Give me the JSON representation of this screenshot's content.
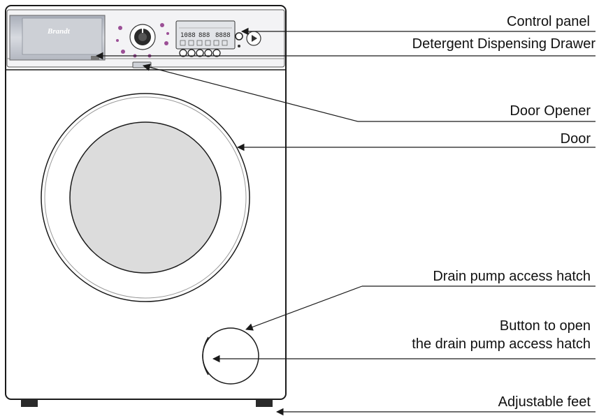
{
  "brand": "Brandt",
  "display": {
    "left": "1088",
    "middle": "888",
    "right": "8888"
  },
  "labels": {
    "control_panel": "Control panel",
    "detergent_drawer": "Detergent Dispensing Drawer",
    "door_opener": "Door Opener",
    "door": "Door",
    "drain_hatch": "Drain pump access hatch",
    "button_line1": "Button to open",
    "button_line2": "the drain pump access hatch",
    "feet": "Adjustable feet"
  },
  "colors": {
    "outline": "#1a1a1a",
    "drawer_fill": "#c9ccd3",
    "porthole_fill": "#dcdcdc",
    "accent": "#9b4f96"
  }
}
